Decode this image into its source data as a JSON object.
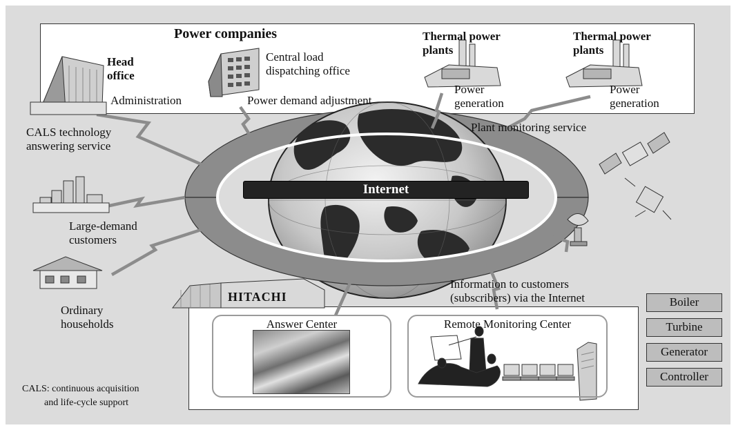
{
  "labels": {
    "power_companies": "Power companies",
    "head_office": [
      "Head",
      "office"
    ],
    "administration": "Administration",
    "central_load": [
      "Central load",
      "dispatching office"
    ],
    "power_demand": "Power demand adjustment",
    "thermal_1": [
      "Thermal power",
      "plants"
    ],
    "power_gen_1": [
      "Power",
      "generation"
    ],
    "thermal_2": [
      "Thermal power",
      "plants"
    ],
    "power_gen_2": [
      "Power",
      "generation"
    ],
    "cals_service": [
      "CALS technology",
      "answering service"
    ],
    "plant_monitoring": "Plant monitoring service",
    "internet": "Internet",
    "large_demand": [
      "Large-demand",
      "customers"
    ],
    "ordinary": [
      "Ordinary",
      "households"
    ],
    "hitachi": "HITACHI",
    "info_customers": [
      "Information to customers",
      "(subscribers) via the Internet"
    ],
    "answer_center": "Answer Center",
    "remote_center": "Remote Monitoring Center",
    "cals_note": [
      "CALS: continuous acquisition",
      "and life-cycle support"
    ]
  },
  "side_boxes": [
    "Boiler",
    "Turbine",
    "Generator",
    "Controller"
  ],
  "colors": {
    "background": "#dcdcdc",
    "ring": "#8c8c8c",
    "internet_bar": "#232323",
    "side_box": "#bdbdbd"
  }
}
